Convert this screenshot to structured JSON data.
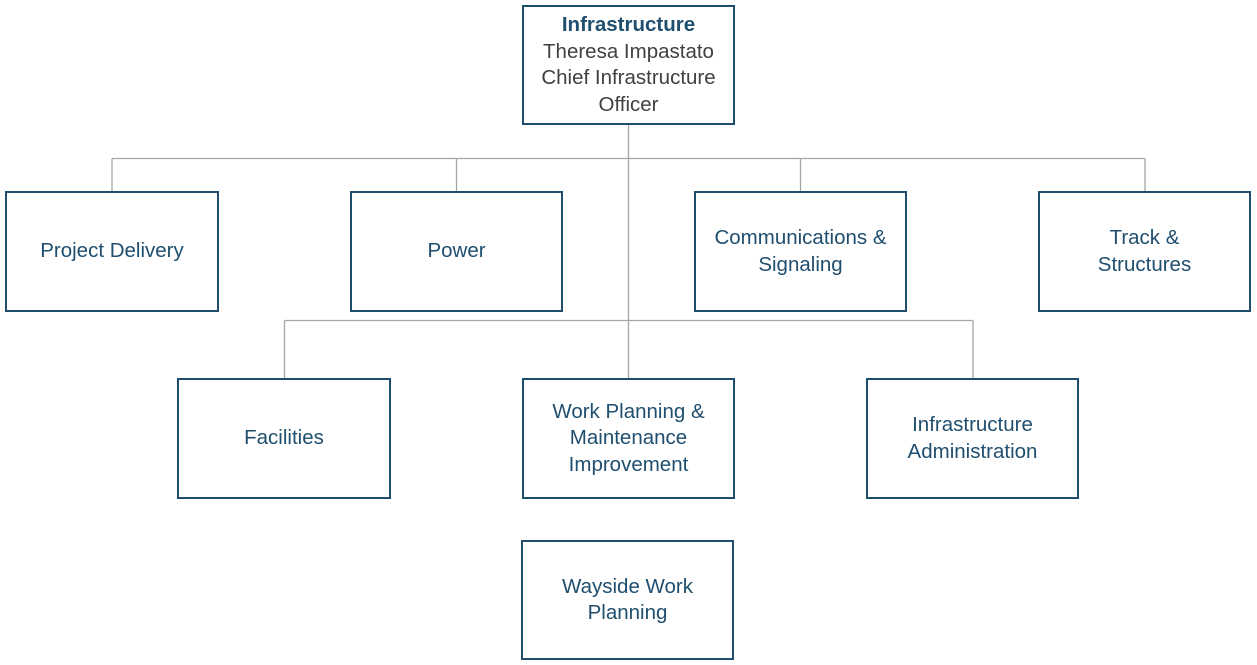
{
  "colors": {
    "box_border": "#1f4e6e",
    "box_text": "#1f4e6e",
    "person_text": "#404040",
    "connector": "#a6a6a6"
  },
  "root": {
    "unit": "Infrastructure",
    "name": "Theresa Impastato",
    "title_line1": "Chief Infrastructure",
    "title_line2": "Officer"
  },
  "row1": {
    "project_delivery": "Project Delivery",
    "power": "Power",
    "communications_line1": "Communications &",
    "communications_line2": "Signaling",
    "track_line1": "Track &",
    "track_line2": "Structures"
  },
  "row2": {
    "facilities": "Facilities",
    "work_planning_line1": "Work Planning &",
    "work_planning_line2": "Maintenance",
    "work_planning_line3": "Improvement",
    "admin_line1": "Infrastructure",
    "admin_line2": "Administration"
  },
  "row3": {
    "wayside_line1": "Wayside Work",
    "wayside_line2": "Planning"
  }
}
